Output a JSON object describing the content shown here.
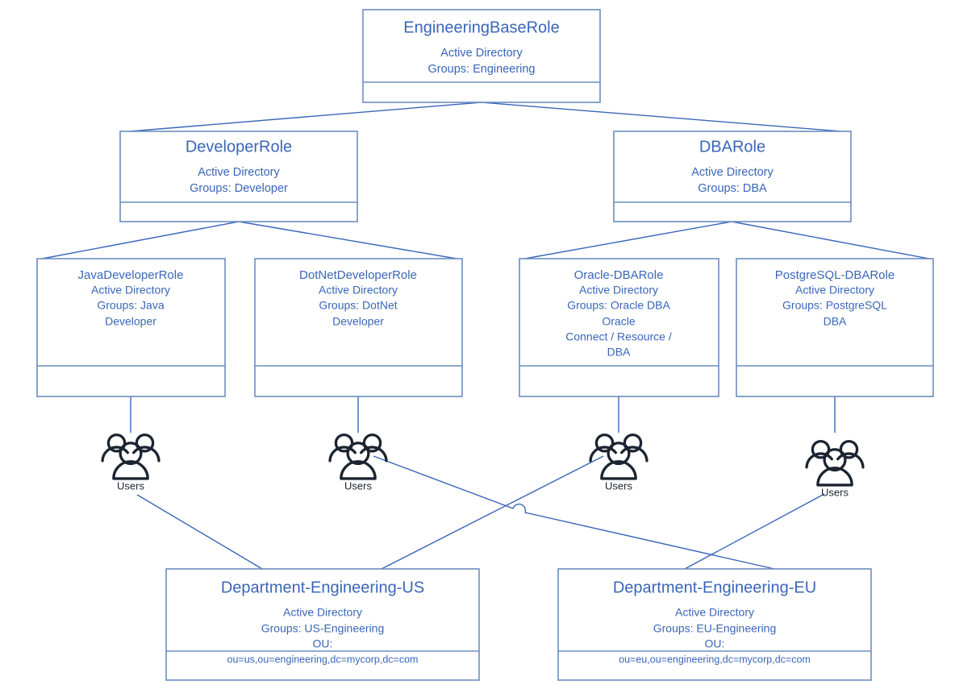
{
  "diagram": {
    "type": "role-hierarchy-tree",
    "colors": {
      "box_border": "#6c8ebf",
      "text_blue": "#3a66b8",
      "edge": "#3a66b8",
      "users_icon": "#1b2430",
      "background": "#ffffff"
    },
    "nodes": [
      {
        "id": "engineering-base-role",
        "title": "EngineeringBaseRole",
        "body": [
          "Active Directory",
          "Groups: Engineering"
        ],
        "footer": "",
        "level": 1
      },
      {
        "id": "developer-role",
        "title": "DeveloperRole",
        "body": [
          "Active Directory",
          "Groups: Developer"
        ],
        "footer": "",
        "level": 2
      },
      {
        "id": "dba-role",
        "title": "DBARole",
        "body": [
          "Active Directory",
          "Groups: DBA"
        ],
        "footer": "",
        "level": 2
      },
      {
        "id": "java-developer-role",
        "title": "JavaDeveloperRole",
        "body": [
          "Active Directory",
          "Groups: Java",
          "Developer"
        ],
        "footer": "",
        "level": 3
      },
      {
        "id": "dotnet-developer-role",
        "title": "DotNetDeveloperRole",
        "body": [
          "Active Directory",
          "Groups: DotNet",
          "Developer"
        ],
        "footer": "",
        "level": 3
      },
      {
        "id": "oracle-dba-role",
        "title": "Oracle-DBARole",
        "body": [
          "Active Directory",
          "Groups: Oracle DBA",
          "Oracle",
          "Connect / Resource /",
          "DBA"
        ],
        "footer": "",
        "level": 3
      },
      {
        "id": "postgresql-dba-role",
        "title": "PostgreSQL-DBARole",
        "body": [
          "Active Directory",
          "Groups: PostgreSQL",
          "DBA"
        ],
        "footer": "",
        "level": 3
      },
      {
        "id": "department-engineering-us",
        "title": "Department-Engineering-US",
        "body": [
          "Active Directory",
          "Groups: US-Engineering",
          "OU:"
        ],
        "footer": "ou=us,ou=engineering,dc=mycorp,dc=com",
        "level": 5
      },
      {
        "id": "department-engineering-eu",
        "title": "Department-Engineering-EU",
        "body": [
          "Active Directory",
          "Groups: EU-Engineering",
          "OU:"
        ],
        "footer": "ou=eu,ou=engineering,dc=mycorp,dc=com",
        "level": 5
      }
    ],
    "user_groups": [
      {
        "id": "users-java",
        "label": "Users",
        "icon": "users-group-icon"
      },
      {
        "id": "users-dotnet",
        "label": "Users",
        "icon": "users-group-icon"
      },
      {
        "id": "users-oracle",
        "label": "Users",
        "icon": "users-group-icon"
      },
      {
        "id": "users-postgresql",
        "label": "Users",
        "icon": "users-group-icon"
      }
    ],
    "edges": [
      {
        "from": "engineering-base-role",
        "to": "developer-role"
      },
      {
        "from": "engineering-base-role",
        "to": "dba-role"
      },
      {
        "from": "developer-role",
        "to": "java-developer-role"
      },
      {
        "from": "developer-role",
        "to": "dotnet-developer-role"
      },
      {
        "from": "dba-role",
        "to": "oracle-dba-role"
      },
      {
        "from": "dba-role",
        "to": "postgresql-dba-role"
      },
      {
        "from": "java-developer-role",
        "to": "users-java"
      },
      {
        "from": "dotnet-developer-role",
        "to": "users-dotnet"
      },
      {
        "from": "oracle-dba-role",
        "to": "users-oracle"
      },
      {
        "from": "postgresql-dba-role",
        "to": "users-postgresql"
      },
      {
        "from": "users-java",
        "to": "department-engineering-us"
      },
      {
        "from": "users-dotnet",
        "to": "department-engineering-eu"
      },
      {
        "from": "users-oracle",
        "to": "department-engineering-us"
      },
      {
        "from": "users-postgresql",
        "to": "department-engineering-eu"
      }
    ]
  }
}
